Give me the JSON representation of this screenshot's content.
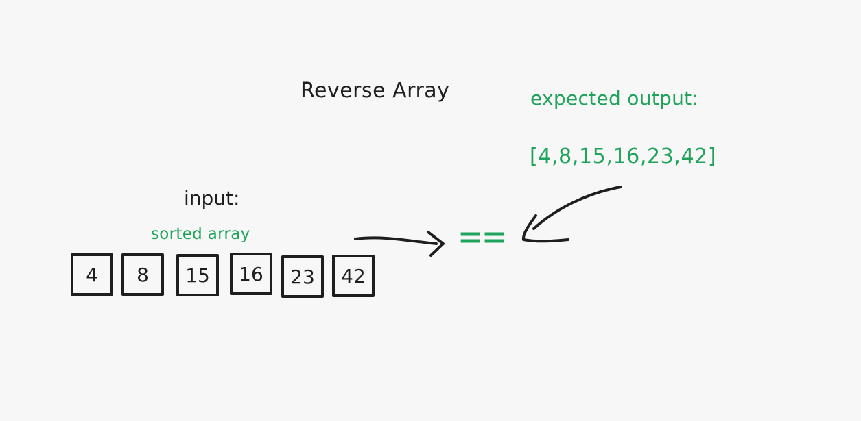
{
  "title": "Reverse Array",
  "expected": {
    "label": "expected output:",
    "array_text": "[4,8,15,16,23,42]"
  },
  "input": {
    "label": "input:",
    "sublabel": "sorted array",
    "values": [
      "4",
      "8",
      "15",
      "16",
      "23",
      "42"
    ]
  },
  "comparison_operator": "==",
  "colors": {
    "ink": "#1e1e1e",
    "accent_green": "#1fa35a",
    "background": "#f7f7f7"
  }
}
